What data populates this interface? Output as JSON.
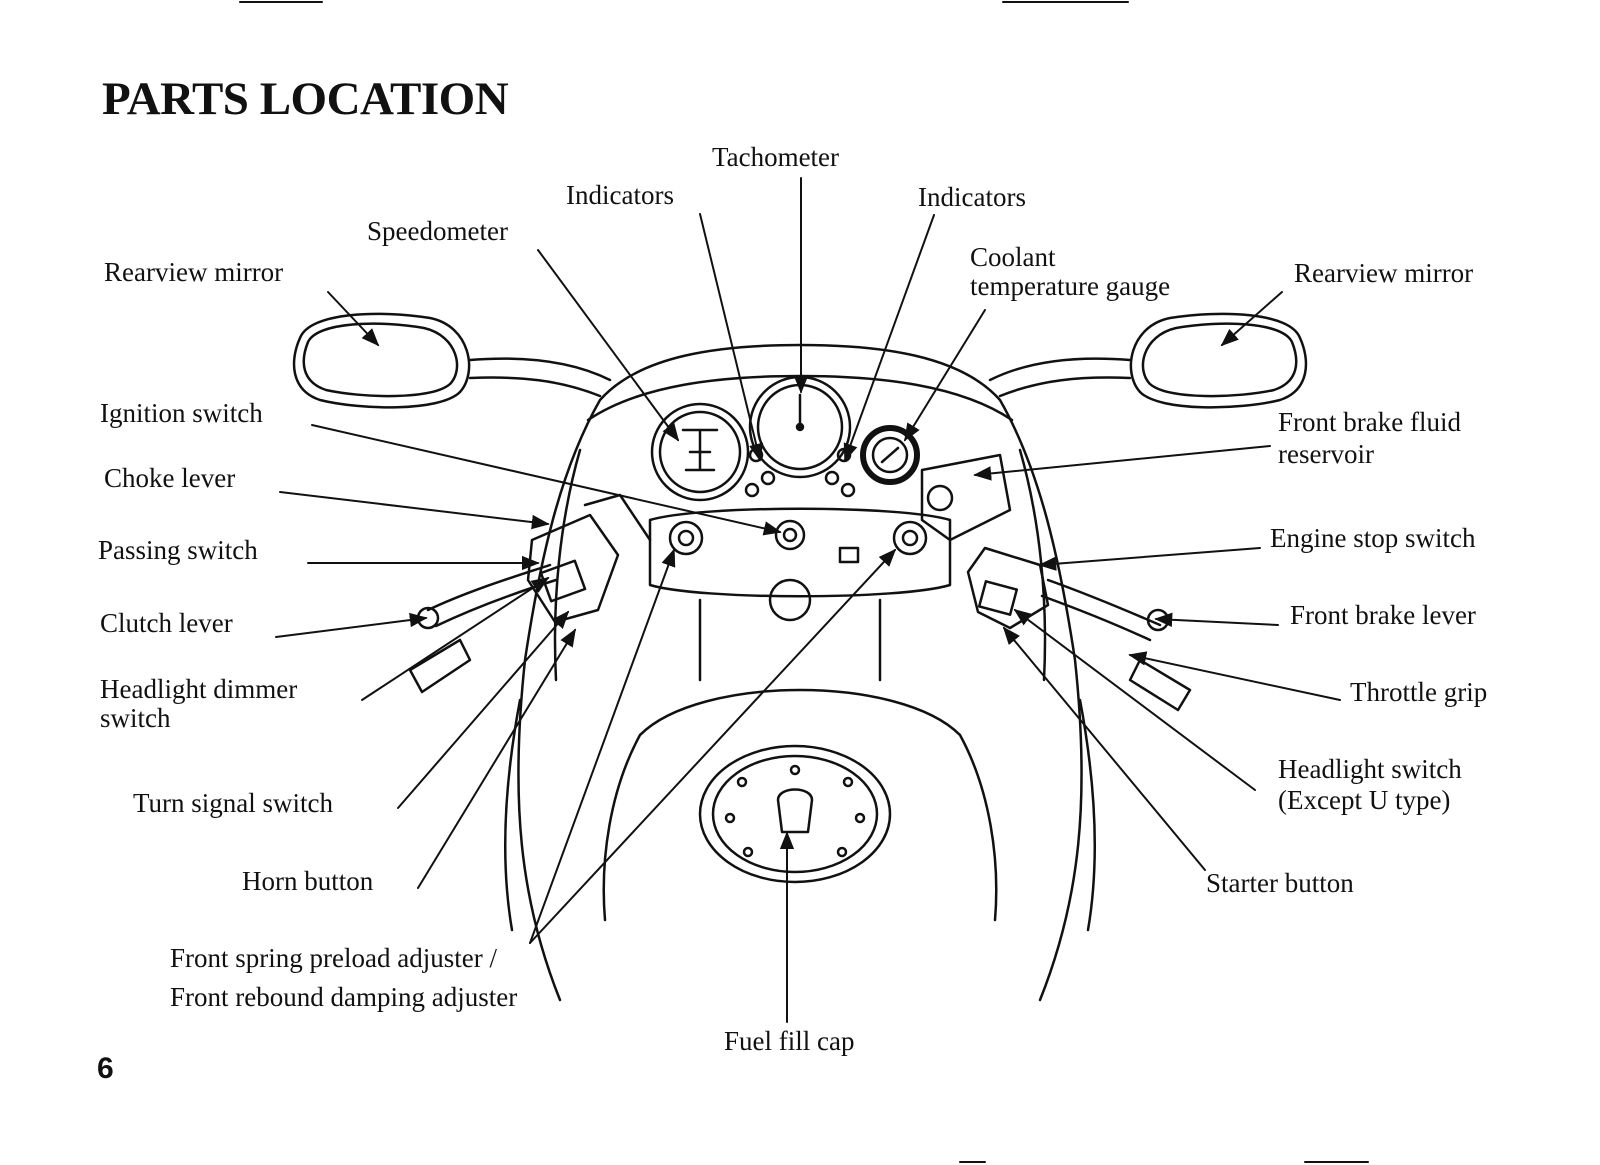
{
  "title": "PARTS LOCATION",
  "page_number": "6",
  "labels": {
    "tachometer": "Tachometer",
    "indicators_left": "Indicators",
    "indicators_right": "Indicators",
    "speedometer": "Speedometer",
    "coolant_line1": "Coolant",
    "coolant_line2": "temperature gauge",
    "rearview_left": "Rearview mirror",
    "rearview_right": "Rearview mirror",
    "ignition": "Ignition switch",
    "choke": "Choke lever",
    "passing": "Passing switch",
    "clutch": "Clutch lever",
    "dimmer_line1": "Headlight dimmer",
    "dimmer_line2": "switch",
    "turn_signal": "Turn signal switch",
    "horn": "Horn button",
    "preload_line1": "Front spring preload adjuster /",
    "preload_line2": "Front rebound damping adjuster",
    "fuel_cap": "Fuel fill cap",
    "brake_fluid_line1": "Front brake fluid",
    "brake_fluid_line2": "reservoir",
    "engine_stop": "Engine stop switch",
    "front_brake_lever": "Front brake lever",
    "throttle": "Throttle grip",
    "headlight_switch_line1": "Headlight switch",
    "headlight_switch_line2": "(Except U type)",
    "starter": "Starter button"
  }
}
